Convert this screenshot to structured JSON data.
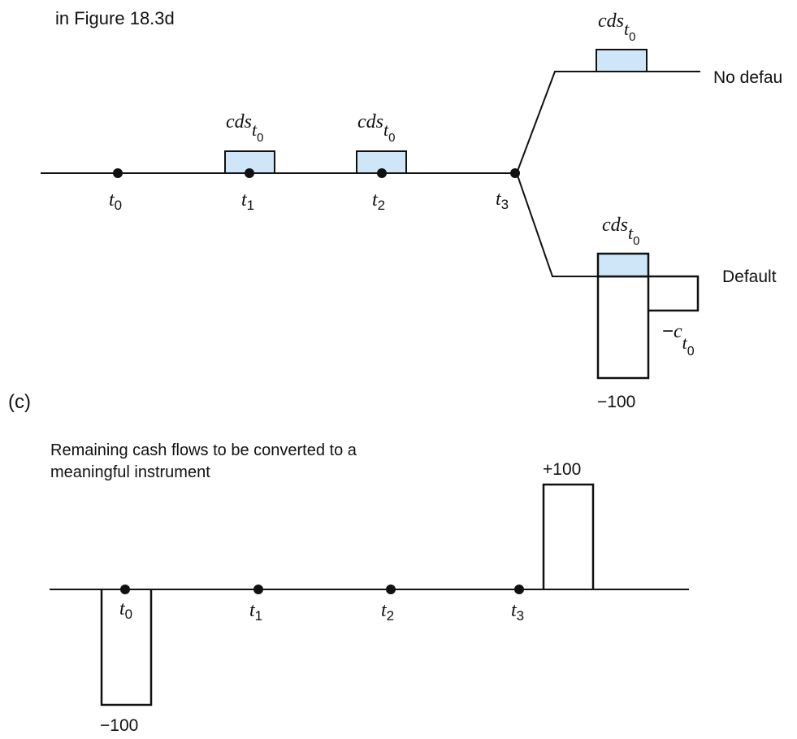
{
  "figure_b": {
    "header_partial": "in Figure 18.3d",
    "time_points": [
      {
        "var": "t",
        "sub": "0"
      },
      {
        "var": "t",
        "sub": "1"
      },
      {
        "var": "t",
        "sub": "2"
      },
      {
        "var": "t",
        "sub": "3"
      }
    ],
    "premium": {
      "var": "cds",
      "sub": "t",
      "subsub": "0"
    },
    "branch_no_default": "No defau",
    "branch_default": "Default",
    "recovery": {
      "sign": "−",
      "var": "c",
      "sub": "t",
      "subsub": "0"
    },
    "loss_label": "−100"
  },
  "figure_c": {
    "panel_label": "(c)",
    "caption_line1": "Remaining cash flows to be converted to a",
    "caption_line2": "meaningful instrument",
    "time_points": [
      {
        "var": "t",
        "sub": "0"
      },
      {
        "var": "t",
        "sub": "1"
      },
      {
        "var": "t",
        "sub": "2"
      },
      {
        "var": "t",
        "sub": "3"
      }
    ],
    "outflow_label": "−100",
    "inflow_label": "+100"
  },
  "colors": {
    "premium_fill": "#cfe6f8",
    "line": "#111111"
  }
}
